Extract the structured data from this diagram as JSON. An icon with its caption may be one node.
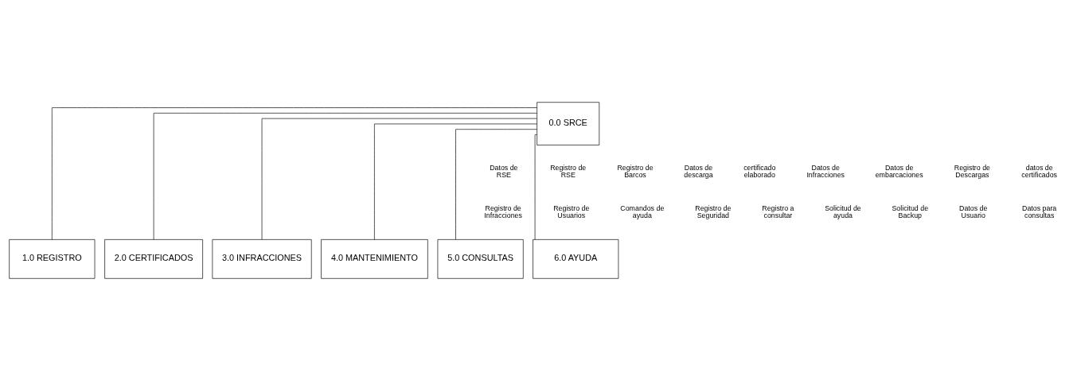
{
  "diagram": {
    "nodes": [
      {
        "text": [
          "0.0 SRCE"
        ]
      },
      {
        "text": [
          "1.0 REGISTRO"
        ]
      },
      {
        "text": [
          "2.0 CERTIFICADOS"
        ]
      },
      {
        "text": [
          "3.0 INFRACCIONES"
        ]
      },
      {
        "text": [
          "4.0 MANTENIMIENTO"
        ]
      },
      {
        "text": [
          "5.0 CONSULTAS"
        ]
      },
      {
        "text": [
          "6.0 AYUDA"
        ]
      }
    ],
    "edges": [
      {
        "from": 0,
        "to": 1,
        "arrow": "none"
      },
      {
        "from": 0,
        "to": 2,
        "arrow": "none"
      },
      {
        "from": 0,
        "to": 3,
        "arrow": "none"
      },
      {
        "from": 0,
        "to": 4,
        "arrow": "none"
      },
      {
        "from": 0,
        "to": 5,
        "arrow": "none"
      },
      {
        "from": 0,
        "to": 6,
        "arrow": "none"
      }
    ],
    "labels": [
      "Datos de RSE",
      "Registro de RSE",
      "Registro de Barcos",
      "Datos de descarga",
      "certificado elaborado",
      "Datos de Infracciones",
      "Datos de embarcaciones",
      "Registro de Descargas",
      "datos de certificados",
      "Registro de Infracciones",
      "Registro de Usuarios",
      "Comandos de ayuda",
      "Registro de Seguridad",
      "Registro a consultar",
      "Solicitud de ayuda",
      "Solicitud de Backup",
      "Datos de Usuario",
      "Datos para consultas"
    ]
  }
}
